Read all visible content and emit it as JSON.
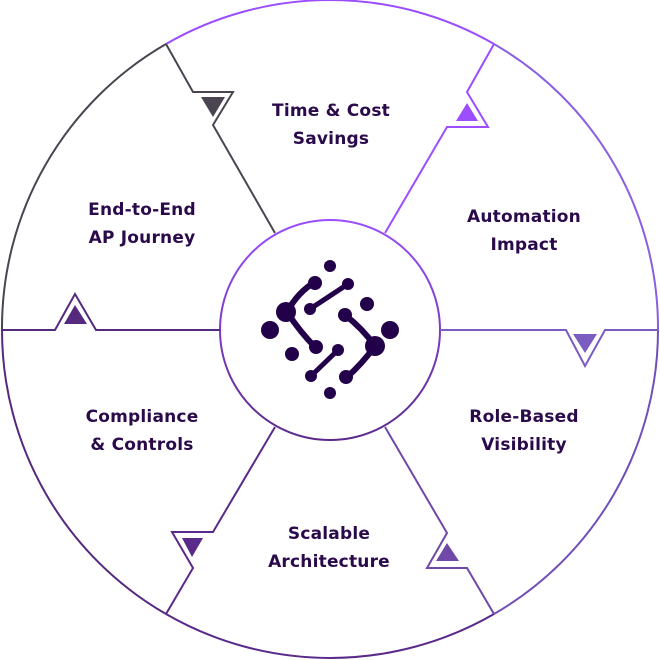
{
  "segments": [
    {
      "id": "time-cost",
      "lines": [
        "Time & Cost",
        "Savings"
      ]
    },
    {
      "id": "automation",
      "lines": [
        "Automation",
        "Impact"
      ]
    },
    {
      "id": "role-based",
      "lines": [
        "Role-Based",
        "Visibility"
      ]
    },
    {
      "id": "scalable",
      "lines": [
        "Scalable",
        "Architecture"
      ]
    },
    {
      "id": "compliance",
      "lines": [
        "Compliance",
        "& Controls"
      ]
    },
    {
      "id": "end-to-end",
      "lines": [
        "End-to-End",
        "AP Journey"
      ]
    }
  ],
  "colors": {
    "text": "#2a0a4a",
    "logo": "#22004a",
    "top": "#9b4dff",
    "right": "#7b5cc0",
    "bottom": "#5a2a8a",
    "left": "#4a4550"
  },
  "center_icon": "molecule-logo-icon"
}
